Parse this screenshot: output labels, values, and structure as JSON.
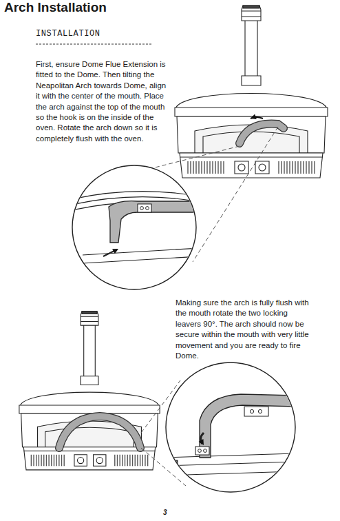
{
  "diagram": {
    "title": "Arch Installation",
    "labels": [
      "INSTALLATION",
      "First, ensure Dome Flue Extension is fitted to the Dome. Then tilting the Neapolitan Arch towards Dome, align it with the center of the mouth. Place the arch against the top of the mouth so the hook is on the inside of the oven. Rotate the arch down so it is completely flush with the oven.",
      "Making sure the arch is fully flush with the mouth rotate the two locking leavers 90°. The arch should now be secure within the mouth with very little movement and you are ready to fire Dome.",
      "3"
    ]
  }
}
